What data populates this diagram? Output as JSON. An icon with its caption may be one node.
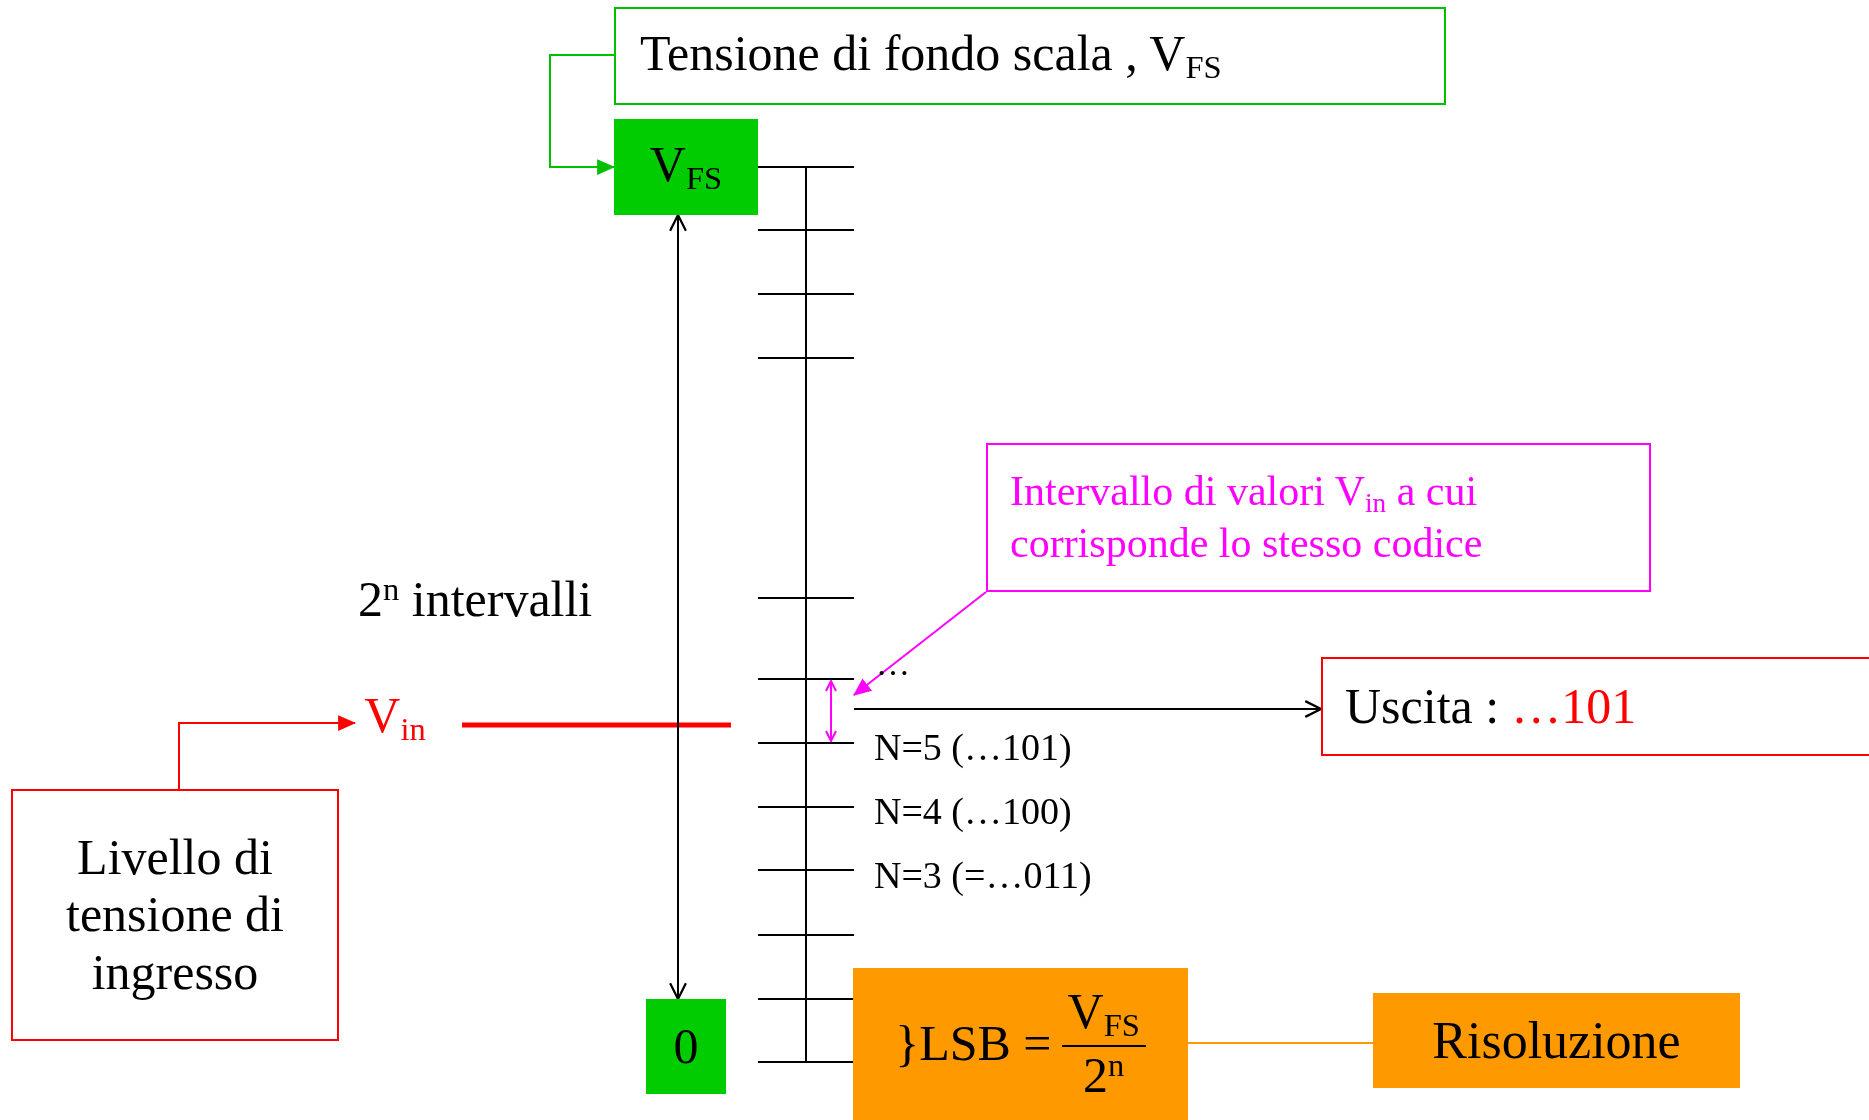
{
  "diagram": {
    "nodes": [
      {
        "text": [
          "Tensione di fondo scala , V$_{FS}$"
        ]
      },
      {
        "text": [
          "V$_{FS}$"
        ]
      },
      {
        "text": [
          "0"
        ]
      },
      {
        "text": [
          "Intervallo di valori V$_{in}$ a cui corrisponde lo stesso codice"
        ]
      },
      {
        "text": [
          "Uscita :",
          "…101"
        ]
      },
      {
        "text": [
          "Livello di tensione di ingresso"
        ]
      },
      {
        "text": [
          "V$_{in}$"
        ]
      },
      {
        "text": [
          "}LSB =",
          "V$_{FS}$",
          "2$^{n}$"
        ]
      },
      {
        "text": [
          "Risoluzione"
        ]
      },
      {
        "text": [],
        "shape": "bar"
      }
    ],
    "edges": [
      {
        "from": 0,
        "to": 1,
        "arrow": "to",
        "color": "#00c000"
      },
      {
        "from": 2,
        "to": 1,
        "arrow": "both"
      },
      {
        "from": 5,
        "to": 6,
        "arrow": "to",
        "color": "#ff0000"
      },
      {
        "from": 3,
        "to": 9,
        "arrow": "to",
        "color": "#ff00ff"
      },
      {
        "from": 9,
        "to": 4,
        "arrow": "to"
      },
      {
        "from": 7,
        "to": 8,
        "arrow": "none",
        "color": "#ff9900"
      }
    ],
    "labels": [
      "2$^{n}$ intervalli",
      "…",
      "N=5 (…101)",
      "N=4 (…100)",
      "N=3 (=…011)"
    ]
  }
}
